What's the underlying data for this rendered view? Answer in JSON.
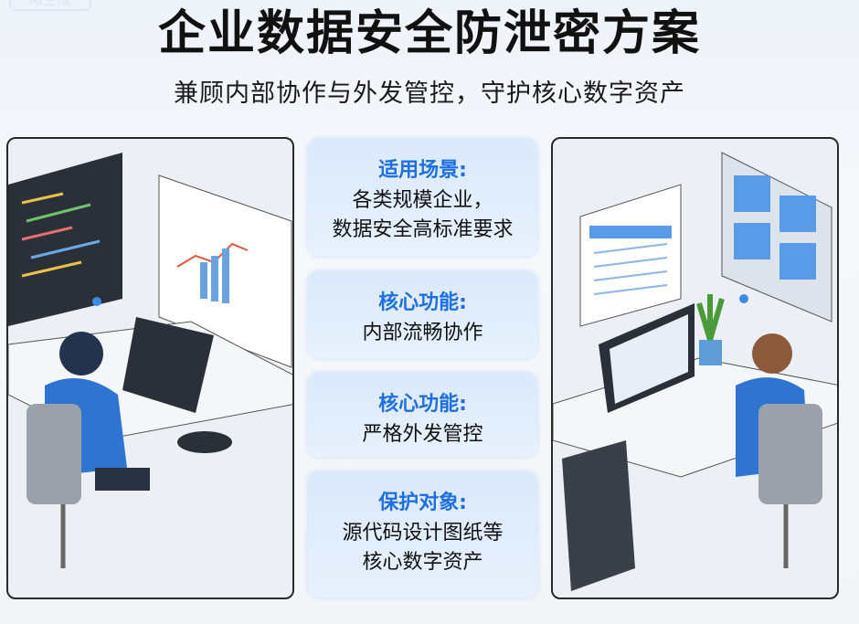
{
  "badge": "AI生成",
  "title": "企业数据安全防泄密方案",
  "subtitle": "兼顾内部协作与外发管控，守护核心数字资产",
  "cards": [
    {
      "heading": "适用场景:",
      "lines": [
        "各类规模企业，",
        "数据安全高标准要求"
      ]
    },
    {
      "heading": "核心功能:",
      "lines": [
        "内部流畅协作"
      ]
    },
    {
      "heading": "核心功能:",
      "lines": [
        "严格外发管控"
      ]
    },
    {
      "heading": "保护对象:",
      "lines": [
        "源代码设计图纸等",
        "核心数字资产"
      ]
    }
  ],
  "colors": {
    "accent": "#1e6fe0",
    "shirt": "#2f74d0"
  }
}
